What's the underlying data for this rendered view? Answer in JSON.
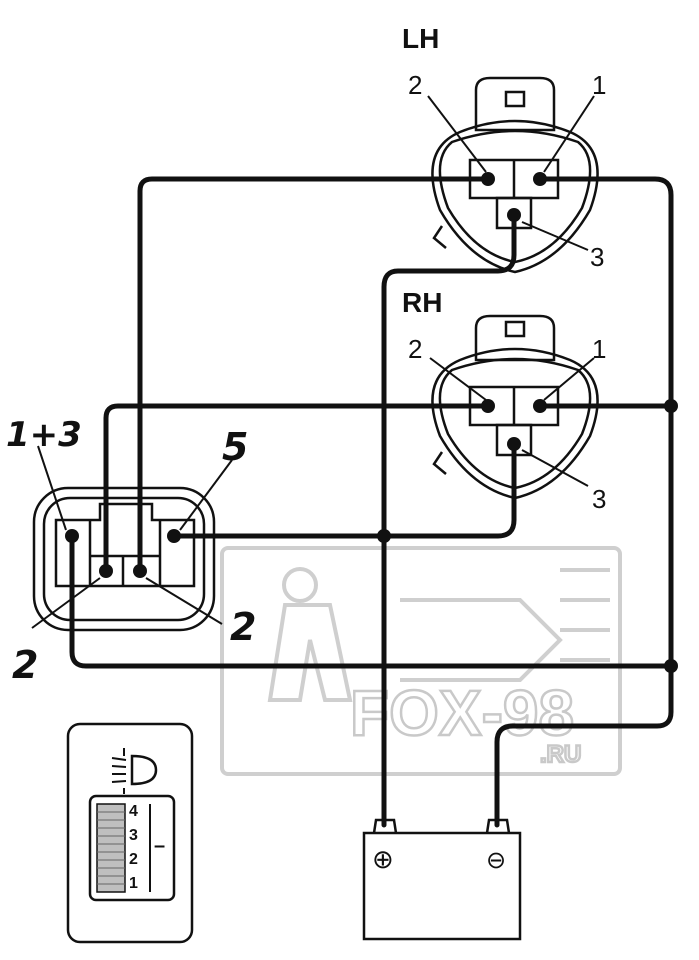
{
  "headlamp_lh": {
    "label": "LH",
    "pins": [
      "1",
      "2",
      "3"
    ]
  },
  "headlamp_rh": {
    "label": "RH",
    "pins": [
      "1",
      "2",
      "3"
    ]
  },
  "switch_connector": {
    "pin_labels": [
      "1+3",
      "5",
      "2",
      "2"
    ]
  },
  "dial": {
    "positions": [
      "4",
      "3",
      "2",
      "1"
    ],
    "minus": "–"
  },
  "battery": {
    "positive": "⊕",
    "negative": "⊖"
  },
  "watermark": {
    "text": "FOX-98",
    "sub": ".RU"
  }
}
